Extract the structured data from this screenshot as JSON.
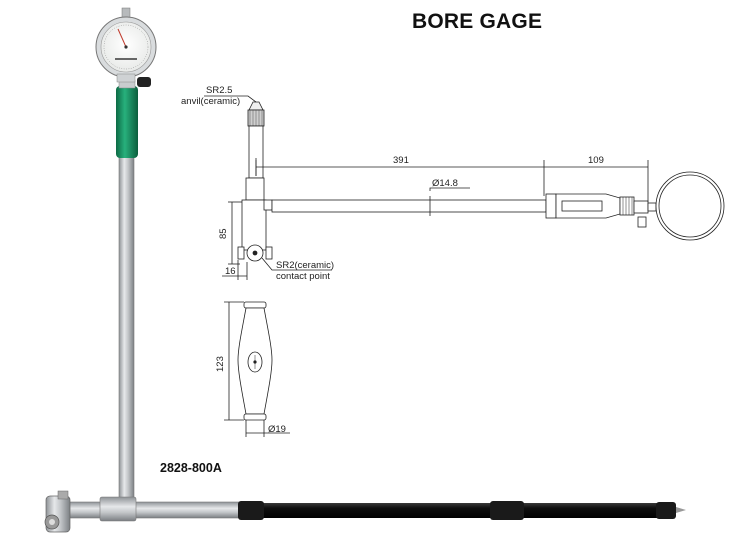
{
  "title": "BORE GAGE",
  "model_number": "2828-800A",
  "annotations": {
    "anvil_radius": "SR2.5",
    "anvil_material": "anvil(ceramic)",
    "contact_radius": "SR2(ceramic)",
    "contact_label": "contact point",
    "dim_length": "391",
    "dim_head": "109",
    "dim_rod_diameter": "Ø14.8",
    "dim_height": "85",
    "dim_offset": "16",
    "dim_guide_height": "123",
    "dim_guide_diameter": "Ø19"
  },
  "colors": {
    "grip_green": "#1e9a6a",
    "extension_black": "#161616",
    "steel": "#b9bcc0",
    "line": "#222222"
  }
}
